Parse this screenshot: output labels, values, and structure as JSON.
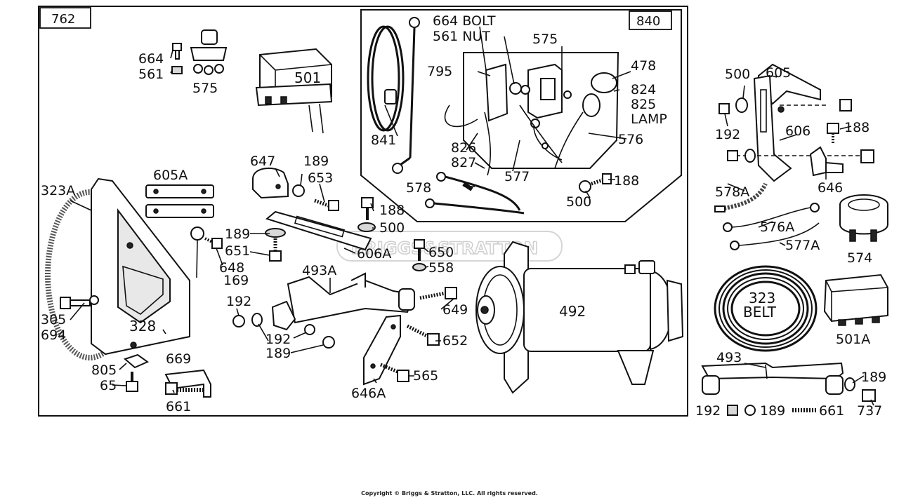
{
  "diagram": {
    "box_labels": {
      "main": "762",
      "inset": "840"
    },
    "watermark": "BRIGGS&STRATTON",
    "parts": {
      "p664a": "664",
      "p561a": "561",
      "p575a": "575",
      "p501": "501",
      "p323A": "323A",
      "p605A": "605A",
      "p647": "647",
      "p189a": "189",
      "p653": "653",
      "p188a": "188",
      "p500a": "500",
      "p189b": "189",
      "p651": "651",
      "p648": "648",
      "p169": "169",
      "p606A": "606A",
      "p650": "650",
      "p558": "558",
      "p493A": "493A",
      "p192a": "192",
      "p192b": "192",
      "p189c": "189",
      "p649": "649",
      "p652": "652",
      "p646A": "646A",
      "p565": "565",
      "p305": "305",
      "p694": "694",
      "p328": "328",
      "p805": "805",
      "p65": "65",
      "p669": "669",
      "p661a": "661",
      "p492": "492",
      "p664bolt": "664 BOLT",
      "p561nut": "561 NUT",
      "p575b": "575",
      "p795": "795",
      "p478": "478",
      "p824": "824",
      "p825": "825",
      "lamp": "LAMP",
      "p841": "841",
      "p826": "826",
      "p827": "827",
      "p576": "576",
      "p577": "577",
      "p578": "578",
      "p188b": "188",
      "p500b": "500",
      "p500c": "500",
      "p605": "605",
      "p192c": "192",
      "p606": "606",
      "p188c": "188",
      "p578A": "578A",
      "p646": "646",
      "p576A": "576A",
      "p577A": "577A",
      "p574": "574",
      "p323": "323",
      "belt": "BELT",
      "p501A": "501A",
      "p493": "493",
      "p189d": "189",
      "p192d": "192",
      "p189e": "189",
      "p661b": "661",
      "p737": "737"
    }
  },
  "footer": {
    "copyright": "Copyright © Briggs & Stratton, LLC. All rights reserved."
  }
}
